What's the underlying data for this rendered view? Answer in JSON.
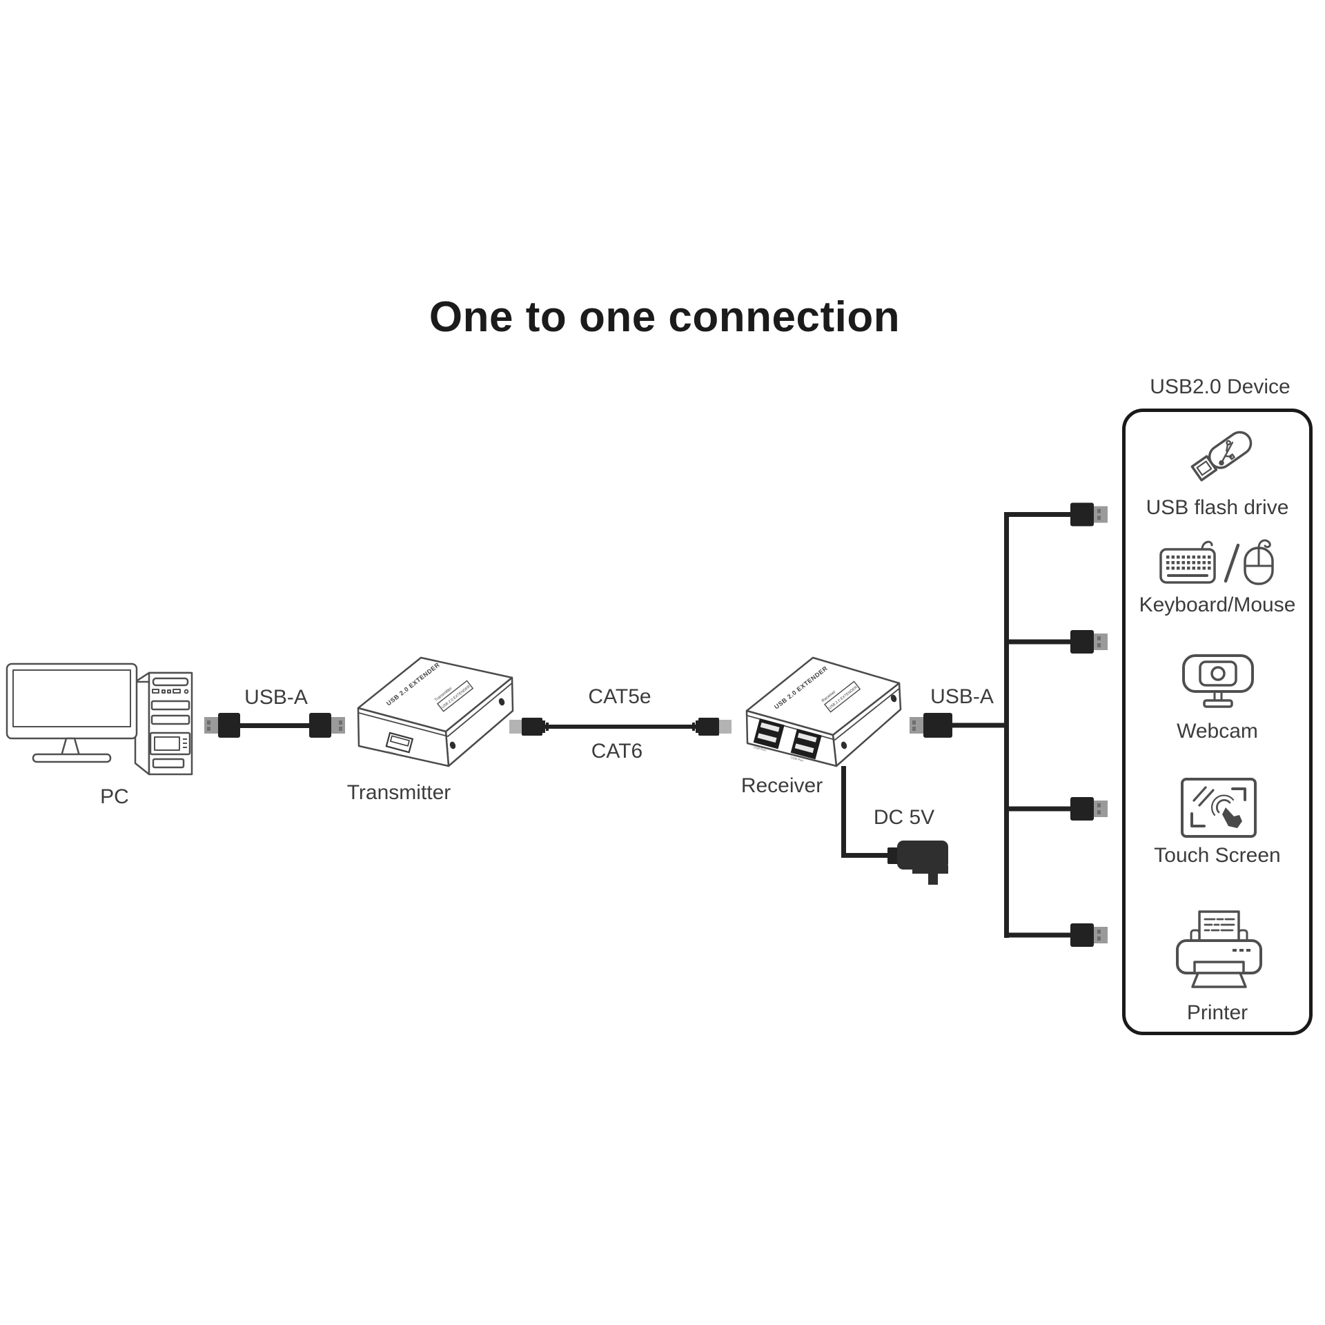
{
  "title": "One to one connection",
  "labels": {
    "pc": "PC",
    "transmitter": "Transmitter",
    "receiver": "Receiver",
    "usb_a_left": "USB-A",
    "usb_a_right": "USB-A",
    "cat5e": "CAT5e",
    "cat6": "CAT6",
    "dc_power": "DC 5V"
  },
  "box_print": {
    "extender": "USB 2.0 EXTENDER",
    "transmitter_sticker": "Transmitter",
    "receiver_sticker": "Receiver",
    "port_label": "USB Port"
  },
  "panel": {
    "title": "USB2.0 Device",
    "items": [
      {
        "name": "usb-flash-drive",
        "label": "USB flash drive"
      },
      {
        "name": "keyboard-mouse",
        "label": "Keyboard/Mouse"
      },
      {
        "name": "webcam",
        "label": "Webcam"
      },
      {
        "name": "touch-screen",
        "label": "Touch Screen"
      },
      {
        "name": "printer",
        "label": "Printer"
      }
    ]
  },
  "colors": {
    "cable": "#222222",
    "plug_tip": "#9a9a9a",
    "outline": "#4f4f4f",
    "text": "#3c3c3c",
    "panel_border": "#1a1a1a",
    "background": "#ffffff"
  }
}
